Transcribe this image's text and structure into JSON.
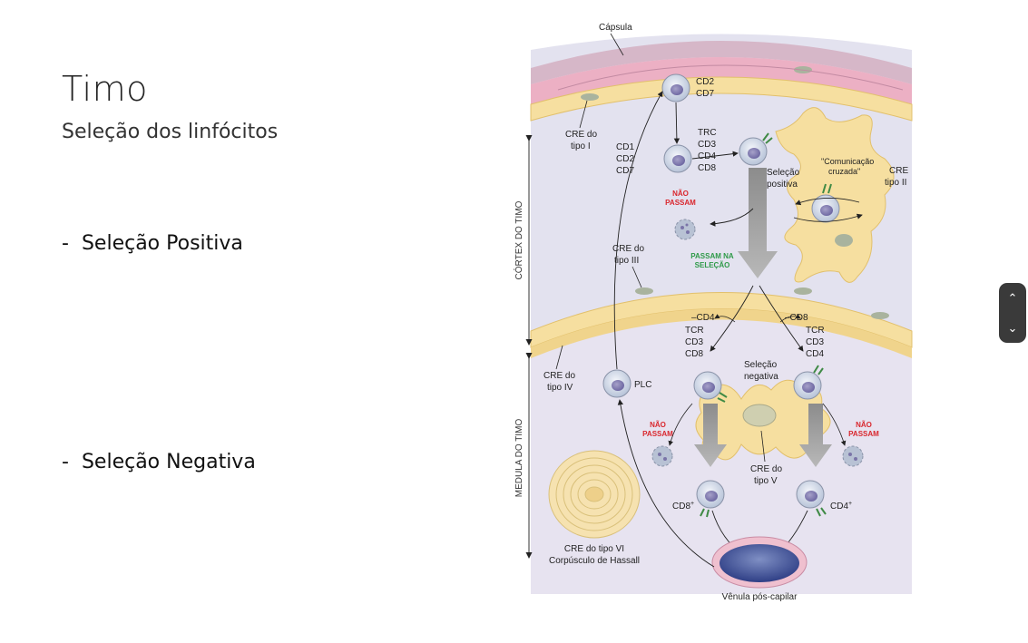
{
  "slide": {
    "title": "Timo",
    "subtitle": "Seleção dos linfócitos",
    "bullets": [
      {
        "dash": "-",
        "text": "Seleção Positiva"
      },
      {
        "dash": "-",
        "text": "Seleção Negativa"
      }
    ]
  },
  "diagram": {
    "capsula": "Cápsula",
    "cortex_label": "CÓRTEX DO TIMO",
    "medula_label": "MEDULA DO TIMO",
    "cre1": [
      "CRE do",
      "tipo I"
    ],
    "cre2": [
      "CRE",
      "tipo II"
    ],
    "cre3": [
      "CRE do",
      "tipo III"
    ],
    "cre4": [
      "CRE do",
      "tipo IV"
    ],
    "cre5": [
      "CRE do",
      "tipo V"
    ],
    "cre6": [
      "CRE do tipo VI",
      "Corpúsculo de Hassall"
    ],
    "top_markers": [
      "CD2",
      "CD7"
    ],
    "dn_markers": [
      "CD1",
      "CD2",
      "CD7"
    ],
    "dp_markers": [
      "TRC",
      "CD3",
      "CD4",
      "CD8"
    ],
    "pos_selection": [
      "Seleção",
      "positiva"
    ],
    "crosstalk": [
      "\"Comunicação",
      "cruzada\""
    ],
    "nao_passam": [
      "NÃO",
      "PASSAM"
    ],
    "passam": [
      "PASSAM NA",
      "SELEÇÃO"
    ],
    "minus_cd4": "–CD4",
    "minus_cd8": "–CD8",
    "left_markers": [
      "TCR",
      "CD3",
      "CD8"
    ],
    "right_markers": [
      "TCR",
      "CD3",
      "CD4"
    ],
    "neg_selection": [
      "Seleção",
      "negativa"
    ],
    "plc": "PLC",
    "cd8_plus": "CD8",
    "cd4_plus": "CD4",
    "plus": "+",
    "venula": "Vênula pós-capilar"
  },
  "colors": {
    "cortex_bg": "#e3e2ef",
    "capsule_pink": "#e7a9bd",
    "stromal_yellow": "#f6dfa0",
    "cell_grey": "#b9c5d8",
    "red_text": "#d9262d",
    "green_text": "#2e9a48",
    "arrow_grey": "#9a9a9a"
  },
  "icons": {
    "scroll_up": "chevron-up-icon",
    "scroll_down": "chevron-down-icon"
  }
}
